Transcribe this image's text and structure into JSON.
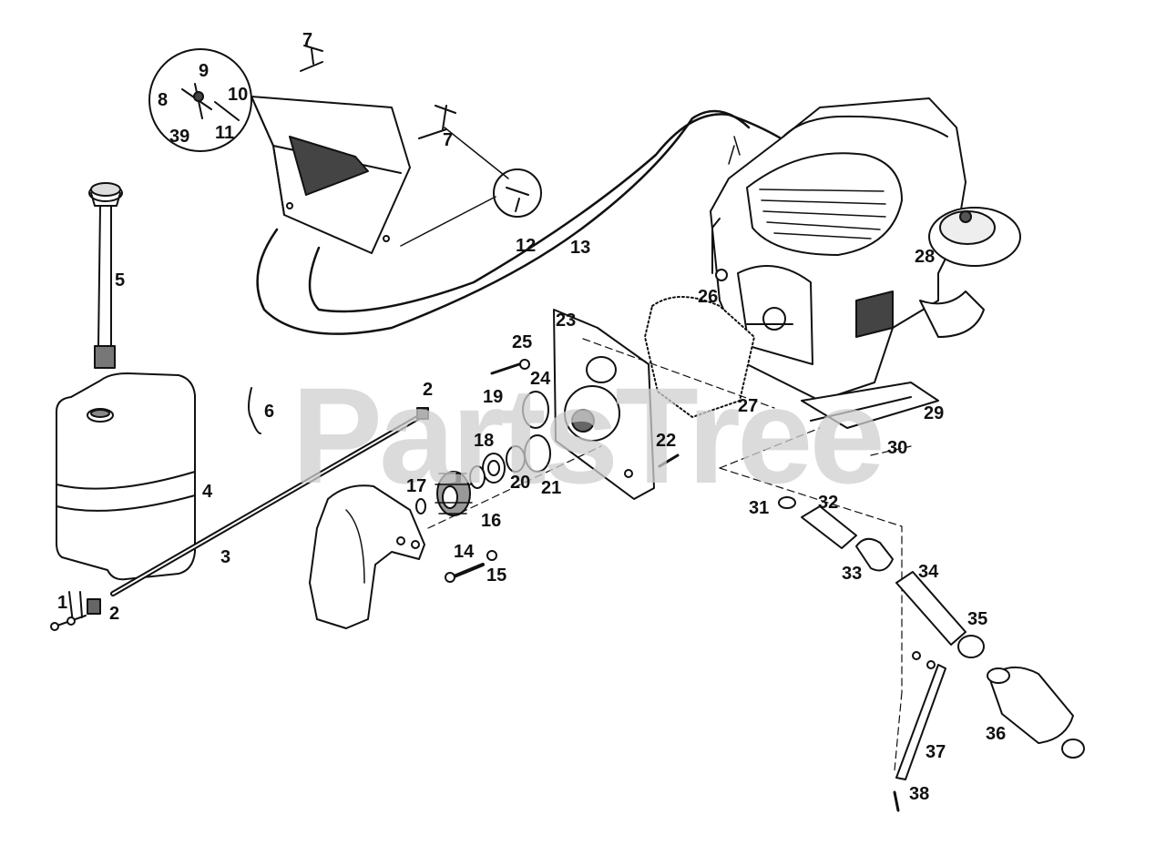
{
  "watermark": "PartsTree",
  "callouts": [
    {
      "id": "c1",
      "label": "1"
    },
    {
      "id": "c2a",
      "label": "2"
    },
    {
      "id": "c2b",
      "label": "2"
    },
    {
      "id": "c3",
      "label": "3"
    },
    {
      "id": "c4",
      "label": "4"
    },
    {
      "id": "c5",
      "label": "5"
    },
    {
      "id": "c6",
      "label": "6"
    },
    {
      "id": "c7a",
      "label": "7"
    },
    {
      "id": "c7b",
      "label": "7"
    },
    {
      "id": "c8",
      "label": "8"
    },
    {
      "id": "c9",
      "label": "9"
    },
    {
      "id": "c10",
      "label": "10"
    },
    {
      "id": "c11",
      "label": "11"
    },
    {
      "id": "c12",
      "label": "12"
    },
    {
      "id": "c13",
      "label": "13"
    },
    {
      "id": "c14",
      "label": "14"
    },
    {
      "id": "c15",
      "label": "15"
    },
    {
      "id": "c16",
      "label": "16"
    },
    {
      "id": "c17",
      "label": "17"
    },
    {
      "id": "c18",
      "label": "18"
    },
    {
      "id": "c19",
      "label": "19"
    },
    {
      "id": "c20",
      "label": "20"
    },
    {
      "id": "c21",
      "label": "21"
    },
    {
      "id": "c22",
      "label": "22"
    },
    {
      "id": "c23",
      "label": "23"
    },
    {
      "id": "c24",
      "label": "24"
    },
    {
      "id": "c25",
      "label": "25"
    },
    {
      "id": "c26",
      "label": "26"
    },
    {
      "id": "c27",
      "label": "27"
    },
    {
      "id": "c28",
      "label": "28"
    },
    {
      "id": "c29",
      "label": "29"
    },
    {
      "id": "c30",
      "label": "30"
    },
    {
      "id": "c31",
      "label": "31"
    },
    {
      "id": "c32",
      "label": "32"
    },
    {
      "id": "c33",
      "label": "33"
    },
    {
      "id": "c34",
      "label": "34"
    },
    {
      "id": "c35",
      "label": "35"
    },
    {
      "id": "c36",
      "label": "36"
    },
    {
      "id": "c37",
      "label": "37"
    },
    {
      "id": "c38",
      "label": "38"
    },
    {
      "id": "c39",
      "label": "39"
    }
  ]
}
